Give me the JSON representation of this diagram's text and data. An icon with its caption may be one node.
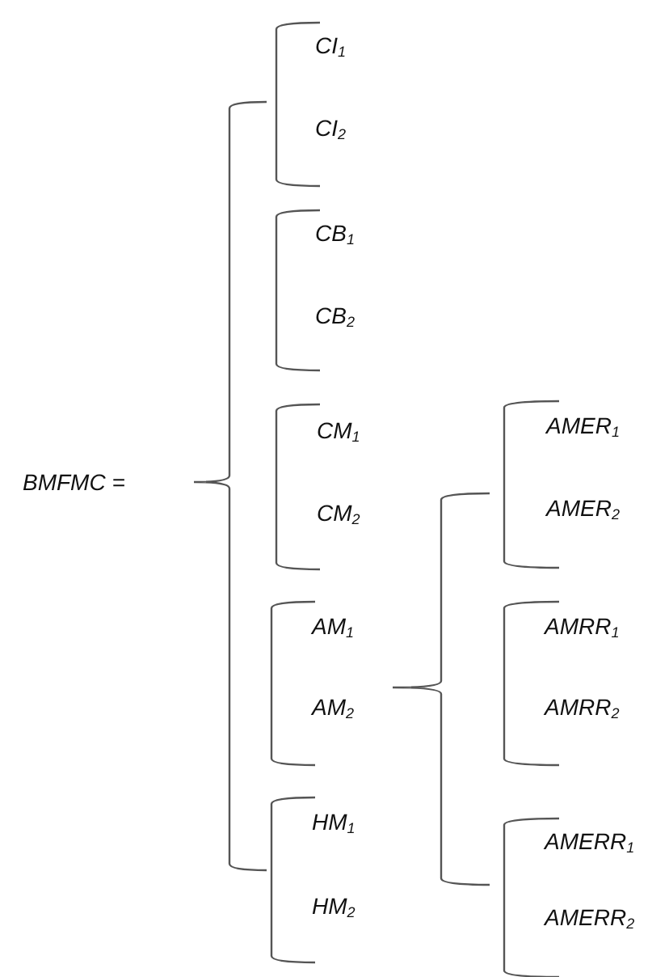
{
  "diagram": {
    "labels": [
      "BMFMC =",
      "CI$_{1}$",
      "CI$_{2}$",
      "CB$_{1}$",
      "CB$_{2}$",
      "CM$_{1}$",
      "CM$_{2}$",
      "AM$_{1}$",
      "AM$_{2}$",
      "HM$_{1}$",
      "HM$_{2}$",
      "AMER$_{1}$",
      "AMER$_{2}$",
      "AMRR$_{1}$",
      "AMRR$_{2}$",
      "AMERR$_{1}$",
      "AMERR$_{2}$"
    ]
  }
}
